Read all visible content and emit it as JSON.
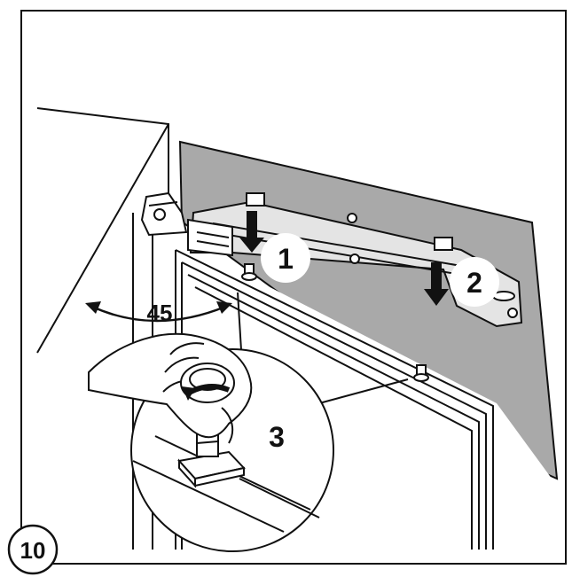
{
  "figure": {
    "number": "10"
  },
  "steps": {
    "step1": "1",
    "step2": "2",
    "step3": "3"
  },
  "angle_label": "45",
  "colors": {
    "panel_gray": "#a9a9a9",
    "line": "#111111",
    "background": "#ffffff",
    "bracket_fill": "#e4e4e4"
  }
}
